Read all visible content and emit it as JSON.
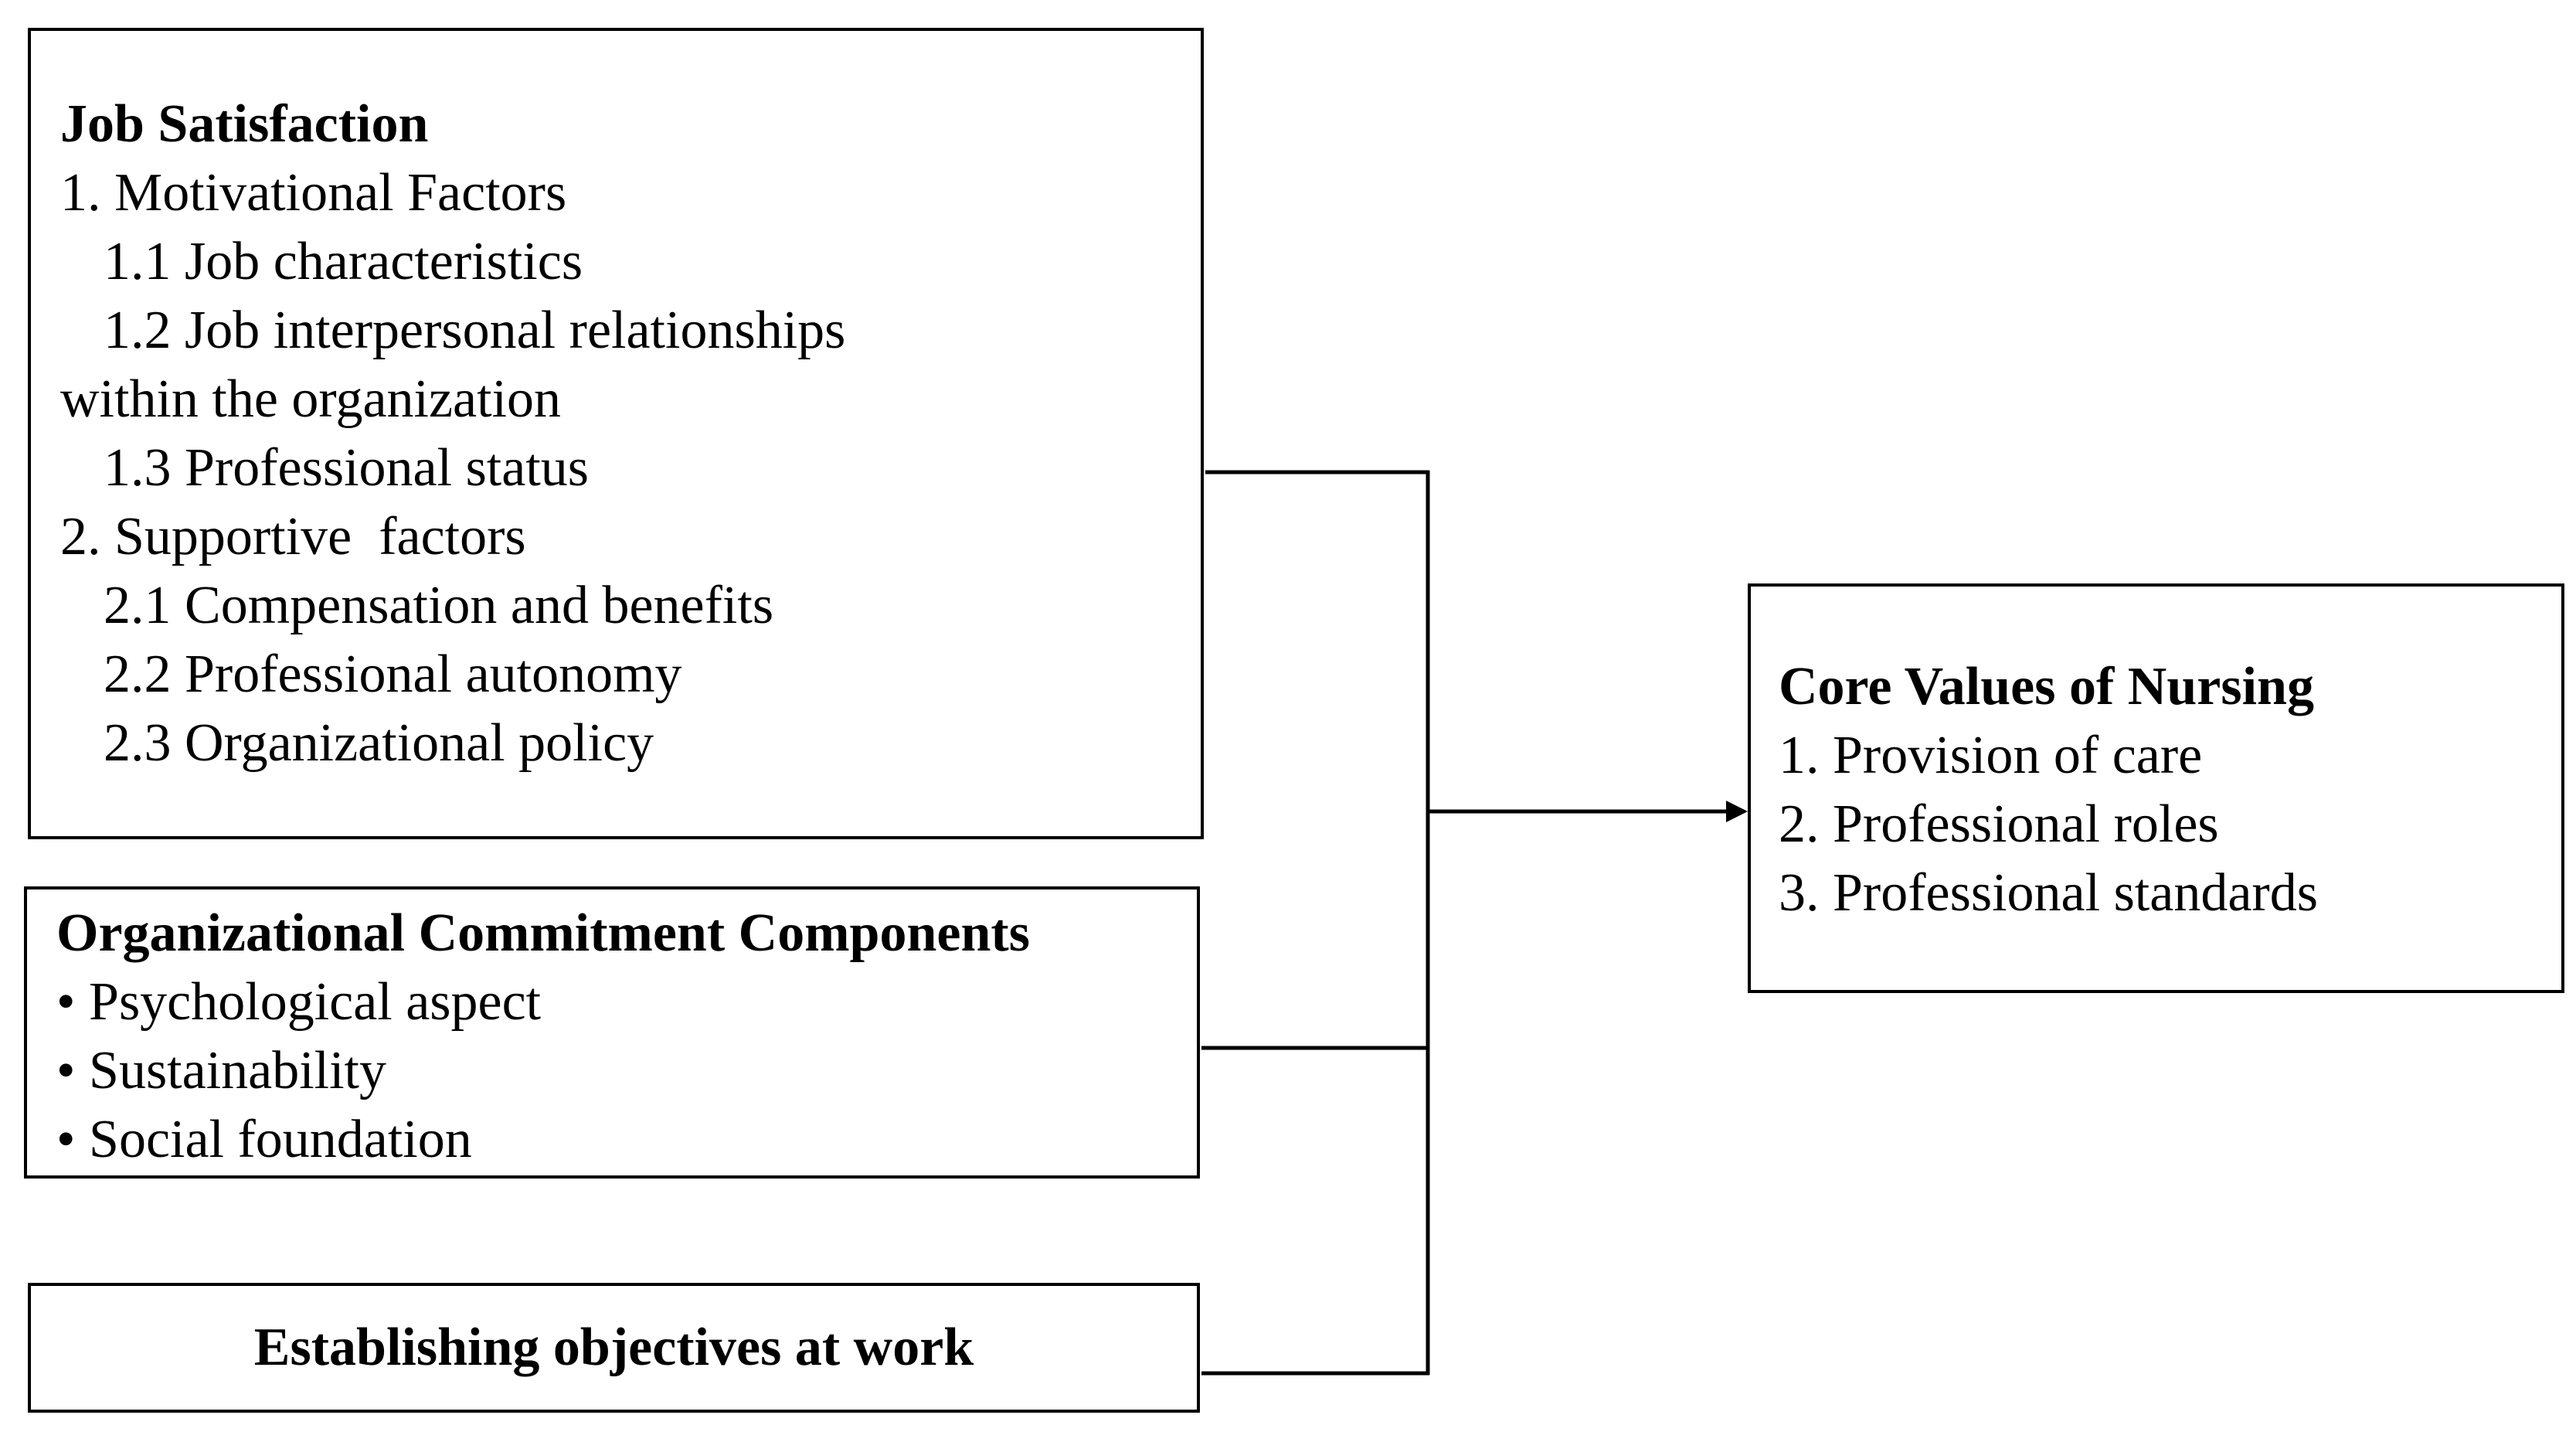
{
  "job_satisfaction": {
    "title": "Job Satisfaction",
    "items": [
      "1. Motivational Factors",
      "1.1 Job characteristics",
      "1.2 Job interpersonal relationships",
      "within the organization",
      "1.3 Professional status",
      "2. Supportive  factors",
      "2.1 Compensation and benefits",
      "2.2 Professional autonomy",
      "2.3 Organizational policy"
    ]
  },
  "organizational_commitment": {
    "title": "Organizational Commitment Components",
    "items": [
      "• Psychological aspect",
      "• Sustainability",
      "• Social foundation"
    ]
  },
  "objectives": {
    "title": "Establishing objectives at work"
  },
  "core_values": {
    "title": "Core Values of Nursing",
    "items": [
      "1. Provision of care",
      "2. Professional roles",
      "3. Professional standards"
    ]
  },
  "colors": {
    "line": "#000000",
    "background": "#ffffff"
  }
}
